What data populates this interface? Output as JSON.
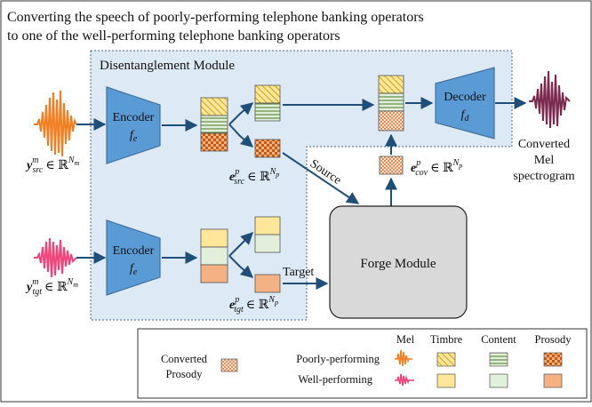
{
  "title": {
    "line1": "Converting the speech of poorly-performing telephone banking operators",
    "line2": "to one of the well-performing telephone banking operators"
  },
  "disentanglement": {
    "label": "Disentanglement Module"
  },
  "encoder_top": {
    "label": "Encoder",
    "sym": "f",
    "sub": "e"
  },
  "encoder_bottom": {
    "label": "Encoder",
    "sym": "f",
    "sub": "e"
  },
  "decoder": {
    "label": "Decoder",
    "sym": "f",
    "sub": "d"
  },
  "forge": {
    "label": "Forge Module"
  },
  "arrows": {
    "source": "Source",
    "target": "Target"
  },
  "inputs": {
    "src": {
      "sym": "y",
      "sup": "m",
      "sub": "src",
      "space": "∈ ℝ",
      "exp": "N",
      "exp_sub": "m"
    },
    "tgt": {
      "sym": "y",
      "sup": "m",
      "sub": "tgt",
      "space": "∈ ℝ",
      "exp": "N",
      "exp_sub": "m"
    }
  },
  "embeddings": {
    "src": {
      "sym": "e",
      "sup": "p",
      "sub": "src",
      "space": "∈ ℝ",
      "exp": "N",
      "exp_sub": "p"
    },
    "tgt": {
      "sym": "e",
      "sup": "p",
      "sub": "tgt",
      "space": "∈ ℝ",
      "exp": "N",
      "exp_sub": "p"
    },
    "cov": {
      "sym": "e",
      "sup": "p",
      "sub": "cov",
      "space": "∈ ℝ",
      "exp": "N",
      "exp_sub": "p"
    }
  },
  "output": {
    "line1": "Converted",
    "line2": "Mel",
    "line3": "spectrogram"
  },
  "legend": {
    "headers": [
      "Mel",
      "Timbre",
      "Content",
      "Prosody"
    ],
    "converted_line1": "Converted",
    "converted_line2": "Prosody",
    "poor_label": "Poorly-performing",
    "well_label": "Well-performing"
  },
  "colors": {
    "module_bg": "#dde9f5",
    "encoder_fill": "#5b9bd5",
    "encoder_stroke": "#41719c",
    "forge_fill": "#d9d9d9",
    "arrow": "#1f4e79",
    "src_wave": "#f07f22",
    "tgt_wave": "#f0437a",
    "out_wave": "#7b2a4e",
    "timbre": "#ffe699",
    "timbre_stripe": "#bf9000",
    "content": "#e2efda",
    "content_stripe": "#548235",
    "prosody": "#f4b183",
    "prosody_check": "#c55a11"
  }
}
